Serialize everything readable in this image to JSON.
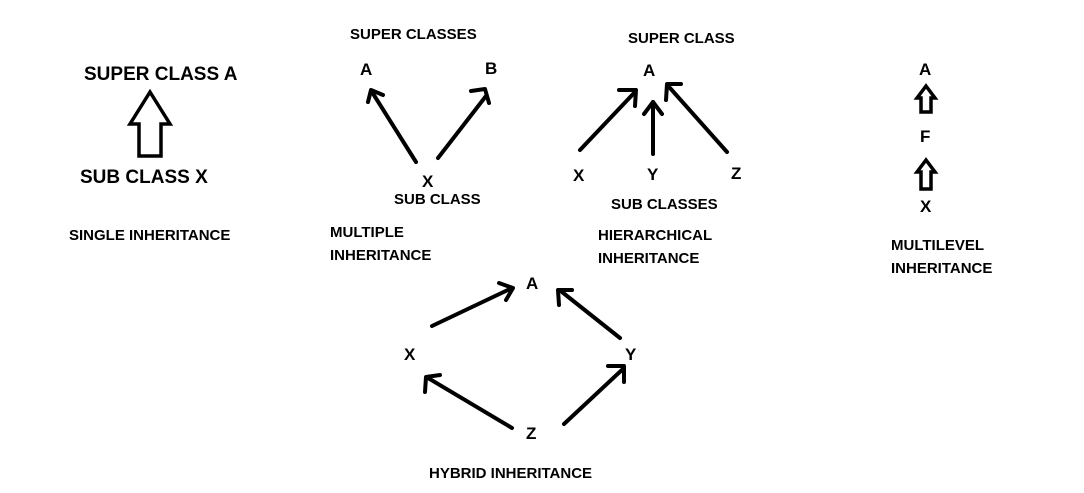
{
  "single": {
    "super": "SUPER CLASS A",
    "sub": "SUB CLASS X",
    "caption": "SINGLE INHERITANCE"
  },
  "multiple": {
    "header": "SUPER CLASSES",
    "a": "A",
    "b": "B",
    "x": "X",
    "sub": "SUB CLASS",
    "caption_line1": "MULTIPLE",
    "caption_line2": "INHERITANCE"
  },
  "hierarchical": {
    "header": "SUPER CLASS",
    "a": "A",
    "x": "X",
    "y": "Y",
    "z": "Z",
    "sub": "SUB CLASSES",
    "caption_line1": "HIERARCHICAL",
    "caption_line2": "INHERITANCE"
  },
  "multilevel": {
    "a": "A",
    "f": "F",
    "x": "X",
    "caption_line1": "MULTILEVEL",
    "caption_line2": "INHERITANCE"
  },
  "hybrid": {
    "a": "A",
    "x": "X",
    "y": "Y",
    "z": "Z",
    "caption": "HYBRID INHERITANCE"
  }
}
